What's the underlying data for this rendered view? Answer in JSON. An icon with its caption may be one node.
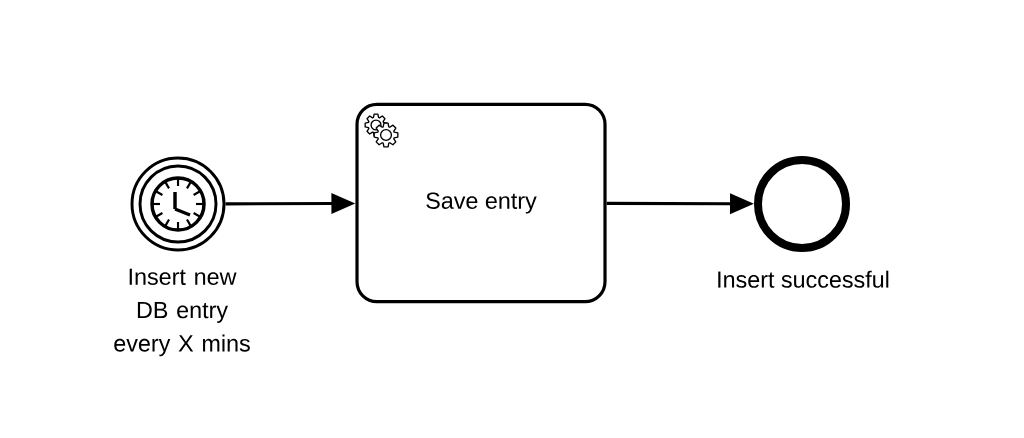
{
  "diagram": {
    "nodes": [
      {
        "text": [
          "Insert new DB entry every X mins"
        ]
      },
      {
        "text": [
          "Save entry"
        ]
      },
      {
        "text": [
          "Insert successful"
        ]
      }
    ],
    "edges": [
      {
        "from": 0,
        "to": 1,
        "arrow": "to"
      },
      {
        "from": 1,
        "to": 2,
        "arrow": "to"
      }
    ]
  }
}
